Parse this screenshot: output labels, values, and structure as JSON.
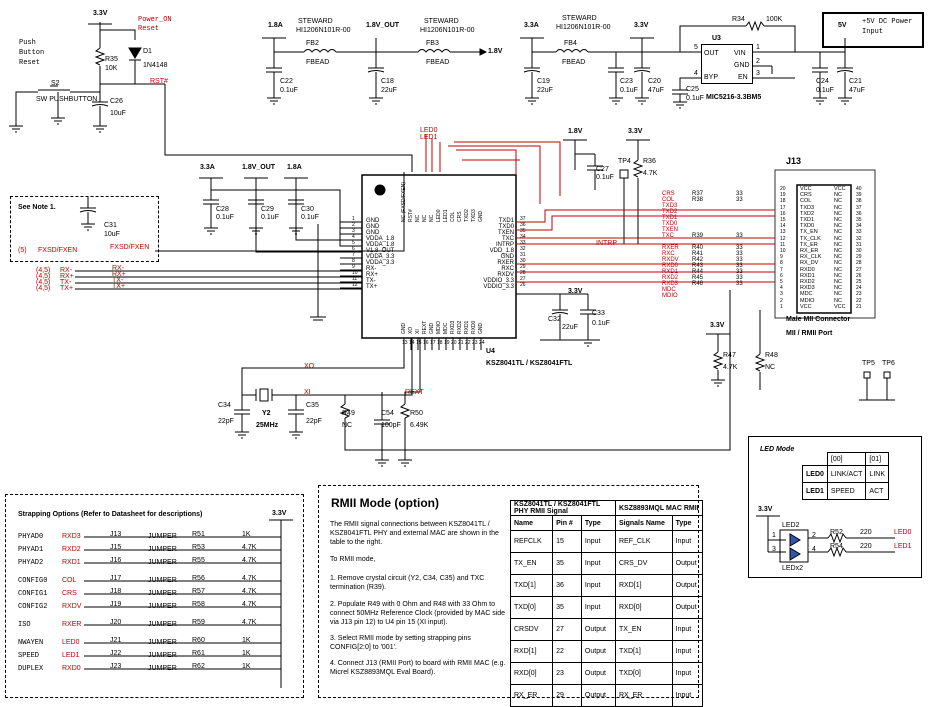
{
  "rails": {
    "v33_a": "3.3V",
    "v18a_1": "1.8A",
    "v18out_1": "1.8V_OUT",
    "v33a_1": "3.3A",
    "v33_b": "3.3V",
    "v5": "5V",
    "v18": "1.8V",
    "v33_c": "3.3V",
    "v33a_2": "3.3A",
    "v18out_2": "1.8V_OUT",
    "v18a_2": "1.8A",
    "v33_d": "3.3V",
    "v33_e": "3.3V",
    "v33_f": "3.3V",
    "v33_g": "3.3V",
    "v18_end": "1.8V"
  },
  "reset": {
    "push_label": "Push Button Reset",
    "power_on": "Power_ON",
    "reset": "Reset",
    "s2": "S2",
    "sw": "SW PUSHBUTTON",
    "r35": "R35",
    "r35v": "10K",
    "d1": "D1",
    "d1v": "1N4148",
    "c26": "C26",
    "c26v": "10uF",
    "rst": "RST#"
  },
  "ferrites": {
    "fb2_mfr": "STEWARD",
    "fb2_pn": "HI1206N101R-00",
    "fb2": "FB2",
    "fb2v": "FBEAD",
    "fb3_mfr": "STEWARD",
    "fb3_pn": "HI1206N101R-00",
    "fb3": "FB3",
    "fb3v": "FBEAD",
    "fb4_mfr": "STEWARD",
    "fb4_pn": "HI1206N101R-00",
    "fb4": "FB4",
    "fb4v": "FBEAD"
  },
  "caps": {
    "c22": "C22",
    "c22v": "0.1uF",
    "c18": "C18",
    "c18v": "22uF",
    "c19": "C19",
    "c19v": "22uF",
    "c23": "C23",
    "c23v": "0.1uF",
    "c20": "C20",
    "c20v": "47uF",
    "c25": "C25",
    "c25v": "0.1uF",
    "c24": "C24",
    "c24v": "0.1uF",
    "c21": "C21",
    "c21v": "47uF",
    "c28": "C28",
    "c28v": "0.1uF",
    "c29": "C29",
    "c29v": "0.1uF",
    "c30": "C30",
    "c30v": "0.1uF",
    "c27": "C27",
    "c27v": "0.1uF",
    "c31": "C31",
    "c31v": "10uF",
    "c32": "C32",
    "c32v": "22uF",
    "c33": "C33",
    "c33v": "0.1uF",
    "c34": "C34",
    "c34v": "22pF",
    "c35": "C35",
    "c35v": "22pF",
    "c54": "C54",
    "c54v": "100pF"
  },
  "regulator": {
    "r34": "R34",
    "r34v": "100K",
    "u3": "U3",
    "pn": "MIC5216-3.3BM5",
    "out": "OUT",
    "vin": "VIN",
    "gnd": "GND",
    "byp": "BYP",
    "en": "EN",
    "p1": "1",
    "p2": "2",
    "p3": "3",
    "p4": "4",
    "p5": "5",
    "note": "+5V DC Power Input"
  },
  "note_box": {
    "text": "See Note 1.",
    "net": "FXSD/FXEN",
    "ref": "(5)"
  },
  "u4": {
    "ref": "U4",
    "pn": "KSZ8041TL / KSZ8041FTL",
    "left_pins": [
      "GND",
      "GND",
      "GND",
      "VDDA_1.8",
      "VDDA_1.8",
      "V1.8_OUT",
      "VDDA_3.3",
      "VDDA_3.3",
      "RX-",
      "RX+",
      "TX-",
      "TX+"
    ],
    "left_nums": [
      "1",
      "2",
      "3",
      "4",
      "5",
      "6",
      "7",
      "8",
      "9",
      "10",
      "11",
      "12"
    ],
    "right_pins": [
      "TXD1",
      "TXD0",
      "TXEN",
      "TXC",
      "INTRP",
      "VDD_1.8",
      "GND",
      "RXER",
      "RXC",
      "RXDV",
      "VDDIO_3.3",
      "VDDIO_3.3"
    ],
    "right_nums": [
      "37",
      "36",
      "35",
      "34",
      "33",
      "32",
      "31",
      "30",
      "29",
      "28",
      "27",
      "26"
    ],
    "top_pins": [
      "NC (FXSD/FXEN)",
      "RST#",
      "NC",
      "NC",
      "NC",
      "LED0",
      "LED1",
      "COL",
      "CRS",
      "TXD2",
      "TXD3",
      "GND"
    ],
    "bottom_pins": [
      "GND",
      "XO",
      "XI",
      "REXT",
      "GND",
      "MDIO",
      "MDC",
      "RXD3",
      "RXD2",
      "RXD1",
      "RXD0",
      "GND"
    ],
    "bottom_nums": [
      "13",
      "14",
      "15",
      "16",
      "17",
      "18",
      "19",
      "20",
      "21",
      "22",
      "23",
      "24"
    ]
  },
  "nets": {
    "rx_m": "RX-",
    "rx_p": "RX+",
    "tx_m": "TX-",
    "tx_p": "TX+",
    "ref45": "(4,5)",
    "led0": "LED0",
    "led1": "LED1",
    "intrp": "INTRP",
    "xo": "XO",
    "xi": "XI",
    "rext": "REXT",
    "crs": "CRS",
    "col": "COL",
    "txd3": "TXD3",
    "txd2": "TXD2",
    "txd1": "TXD1",
    "txd0": "TXD0",
    "txen": "TXEN",
    "txc": "TXC",
    "rxer": "RXER",
    "rxc": "RXC",
    "rxdv": "RXDV",
    "rxd0": "RXD0",
    "rxd1": "RXD1",
    "rxd2": "RXD2",
    "rxd3": "RXD3",
    "mdc": "MDC",
    "mdio": "MDIO"
  },
  "series": {
    "r37": "R37",
    "r38": "R38",
    "r39": "R39",
    "r40": "R40",
    "r41": "R41",
    "r42": "R42",
    "r43": "R43",
    "r44": "R44",
    "r45": "R45",
    "r46": "R46",
    "val": "33",
    "tp4": "TP4",
    "r36": "R36",
    "r36v": "4.7K",
    "r47": "R47",
    "r47v": "4.7K",
    "r48": "R48",
    "r48v": "NC",
    "r49": "R49",
    "r49v": "NC",
    "r50": "R50",
    "r50v": "6.49K",
    "y2": "Y2",
    "y2v": "25MHz",
    "tp5": "TP5",
    "tp6": "TP6"
  },
  "j13": {
    "ref": "J13",
    "title": "Male MII Connector",
    "subtitle": "MII / RMII Port",
    "left_nums": [
      "20",
      "19",
      "18",
      "17",
      "16",
      "15",
      "14",
      "13",
      "12",
      "11",
      "10",
      "9",
      "8",
      "7",
      "6",
      "5",
      "4",
      "3",
      "2",
      "1"
    ],
    "left_pins": [
      "VCC",
      "CRS",
      "COL",
      "TXD3",
      "TXD2",
      "TXD1",
      "TXD0",
      "TX_EN",
      "TX_CLK",
      "TX_ER",
      "RX_ER",
      "RX_CLK",
      "RX_DV",
      "RXD0",
      "RXD1",
      "RXD2",
      "RXD3",
      "MDC",
      "MDIO",
      "VCC"
    ],
    "right_nums": [
      "40",
      "39",
      "38",
      "37",
      "36",
      "35",
      "34",
      "33",
      "32",
      "31",
      "30",
      "29",
      "28",
      "27",
      "26",
      "25",
      "24",
      "23",
      "22",
      "21"
    ],
    "right_pins": [
      "VCC",
      "NC",
      "NC",
      "NC",
      "NC",
      "NC",
      "NC",
      "NC",
      "NC",
      "NC",
      "NC",
      "NC",
      "NC",
      "NC",
      "NC",
      "NC",
      "NC",
      "NC",
      "NC",
      "VCC"
    ]
  },
  "led_mode": {
    "title": "LED Mode",
    "h00": "[00]",
    "h01": "[01]",
    "led0": "LED0",
    "led0_00": "LINK/ACT",
    "led0_01": "LINK",
    "led1": "LED1",
    "led1_00": "SPEED",
    "led1_01": "ACT",
    "led2": "LED2",
    "ledx2": "LEDx2",
    "r52": "R52",
    "r54": "R54",
    "val": "220",
    "p1": "1",
    "p2": "2",
    "p3": "3",
    "p4": "4",
    "led0n": "LED0",
    "led1n": "LED1"
  },
  "strapping": {
    "title": "Strapping Options  (Refer to Datasheet for descriptions)",
    "rows": [
      {
        "sig": "PHYAD0",
        "net": "RXD3",
        "j": "J13",
        "r": "R51",
        "v": "1K"
      },
      {
        "sig": "PHYAD1",
        "net": "RXD2",
        "j": "J15",
        "r": "R53",
        "v": "4.7K"
      },
      {
        "sig": "PHYAD2",
        "net": "RXD1",
        "j": "J16",
        "r": "R55",
        "v": "4.7K"
      },
      {
        "sig": "CONFIG0",
        "net": "COL",
        "j": "J17",
        "r": "R56",
        "v": "4.7K"
      },
      {
        "sig": "CONFIG1",
        "net": "CRS",
        "j": "J18",
        "r": "R57",
        "v": "4.7K"
      },
      {
        "sig": "CONFIG2",
        "net": "RXDV",
        "j": "J19",
        "r": "R58",
        "v": "4.7K"
      },
      {
        "sig": "ISO",
        "net": "RXER",
        "j": "J20",
        "r": "R59",
        "v": "4.7K"
      },
      {
        "sig": "NWAYEN",
        "net": "LED0",
        "j": "J21",
        "r": "R60",
        "v": "1K"
      },
      {
        "sig": "SPEED",
        "net": "LED1",
        "j": "J22",
        "r": "R61",
        "v": "1K"
      },
      {
        "sig": "DUPLEX",
        "net": "RXD0",
        "j": "J23",
        "r": "R62",
        "v": "1K"
      }
    ],
    "jumper": "JUMPER"
  },
  "rmii": {
    "title": "RMII Mode (option)",
    "intro": "The RMII signal connections between KSZ8041TL / KSZ8041FTL PHY and external MAC are shown in the table to the right.",
    "to": "To RMII mode,",
    "step1": "1.  Remove crystal circuit (Y2, C34, C35) and TXC termination (R39).",
    "step2": "2.  Populate R49 with 0 Ohm and R48 with 33 Ohm to connect 50MHz Reference Clock (provided by MAC side via J13 pin 12) to U4 pin 15 (XI input).",
    "step3": "3.  Select RMII mode by setting strapping pins CONFIG[2:0] to '001'.",
    "step4": "4.  Connect J13 (RMII Port) to board with RMII MAC (e.g. Micrel KSZ8893MQL Eval Board).",
    "phy_head": "KSZ8041TL / KSZ8041FTL PHY RMII Signal",
    "mac_head": "KSZ8893MQL MAC RMII",
    "cols": [
      "Name",
      "Pin #",
      "Type",
      "Signals Name",
      "Type"
    ],
    "rows": [
      [
        "REFCLK",
        "15",
        "Input",
        "REF_CLK",
        "Input"
      ],
      [
        "TX_EN",
        "35",
        "Input",
        "CRS_DV",
        "Output"
      ],
      [
        "TXD[1]",
        "36",
        "Input",
        "RXD[1]",
        "Output"
      ],
      [
        "TXD[0]",
        "35",
        "Input",
        "RXD[0]",
        "Output"
      ],
      [
        "CRSDV",
        "27",
        "Output",
        "TX_EN",
        "Input"
      ],
      [
        "RXD[1]",
        "22",
        "Output",
        "TXD[1]",
        "Input"
      ],
      [
        "RXD[0]",
        "23",
        "Output",
        "TXD[0]",
        "Input"
      ],
      [
        "RX_ER",
        "29",
        "Output",
        "RX_ER",
        "Input"
      ]
    ]
  }
}
